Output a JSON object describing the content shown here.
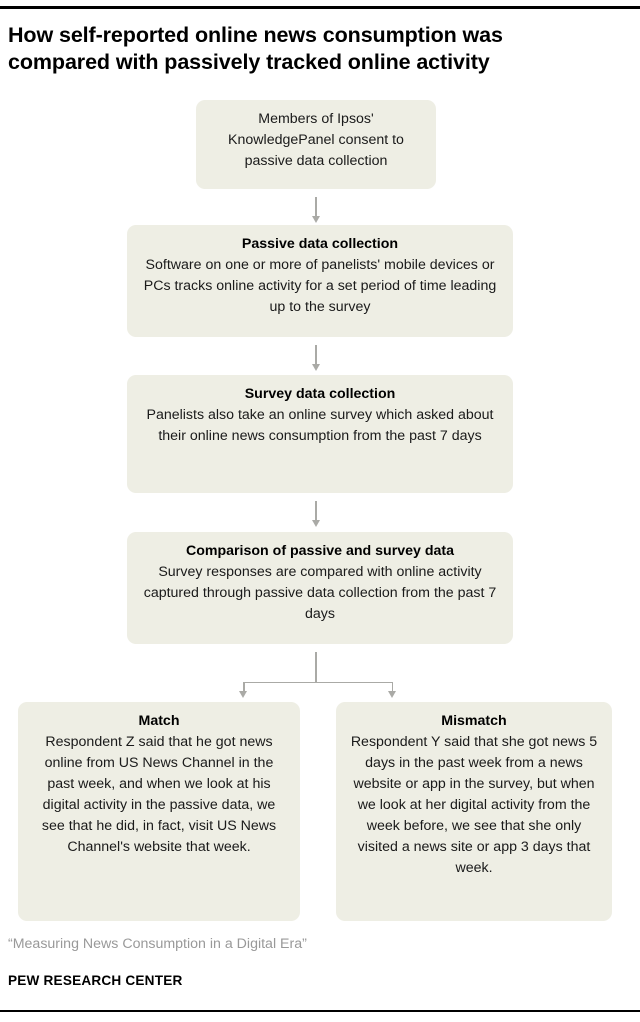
{
  "chart_data": {
    "type": "diagram",
    "diagram_kind": "flowchart",
    "title": "How self-reported online news consumption was compared with passively tracked online activity",
    "nodes": [
      {
        "id": "consent",
        "heading": "",
        "body": "Members of Ipsos' KnowledgePanel consent to passive data collection"
      },
      {
        "id": "passive",
        "heading": "Passive data collection",
        "body": "Software on one or more of panelists' mobile devices or PCs tracks online activity for a set period of time leading up to the survey"
      },
      {
        "id": "survey",
        "heading": "Survey data collection",
        "body": "Panelists also take an online survey which asked about their online news consumption from the past 7 days"
      },
      {
        "id": "compare",
        "heading": "Comparison of passive and survey data",
        "body": "Survey responses are compared with online activity captured through passive data collection from the past 7 days"
      },
      {
        "id": "match",
        "heading": "Match",
        "body": "Respondent Z said that he got news online from US News Channel in the past week, and when we look at his digital activity in the passive data, we see that he did, in fact, visit US News Channel's website that week."
      },
      {
        "id": "mismatch",
        "heading": "Mismatch",
        "body": "Respondent Y said that she got news 5 days in the past week from a news website or app in the survey, but when we look at her digital activity from the week before, we see that she only visited a news site or app 3 days that week."
      }
    ],
    "edges": [
      {
        "from": "consent",
        "to": "passive"
      },
      {
        "from": "passive",
        "to": "survey"
      },
      {
        "from": "survey",
        "to": "compare"
      },
      {
        "from": "compare",
        "to": "match"
      },
      {
        "from": "compare",
        "to": "mismatch"
      }
    ],
    "colors": {
      "node_fill": "#eeeee4",
      "connector": "#aaaaa6",
      "rule": "#000000",
      "source_text": "#999999"
    }
  },
  "header": {
    "title": "How self-reported online news consumption was compared with passively tracked online activity"
  },
  "boxes": {
    "consent": {
      "body": "Members of Ipsos' KnowledgePanel consent to passive data collection"
    },
    "passive": {
      "heading": "Passive data collection",
      "body": "Software on one or more of panelists' mobile devices or PCs tracks online activity for a set period of time leading up to the survey"
    },
    "survey": {
      "heading": "Survey data collection",
      "body": "Panelists also take an online survey which asked about their online news consumption from the past 7 days"
    },
    "compare": {
      "heading": "Comparison of passive and survey data",
      "body": "Survey responses are compared with online activity captured through passive data collection from the past 7 days"
    },
    "match": {
      "heading": "Match",
      "body": "Respondent Z said that he got news online from US News Channel in the past week, and when we look at his digital activity in the passive data, we see that he did, in fact, visit US News Channel's website that week."
    },
    "mismatch": {
      "heading": "Mismatch",
      "body": "Respondent Y said that she got news 5 days in the past week from a news website or app in the survey, but when we look at her digital activity from the week before, we see that she only visited a news site or app 3 days that week."
    }
  },
  "footer": {
    "source": "“Measuring News Consumption in a Digital Era”",
    "organization": "PEW RESEARCH CENTER"
  }
}
